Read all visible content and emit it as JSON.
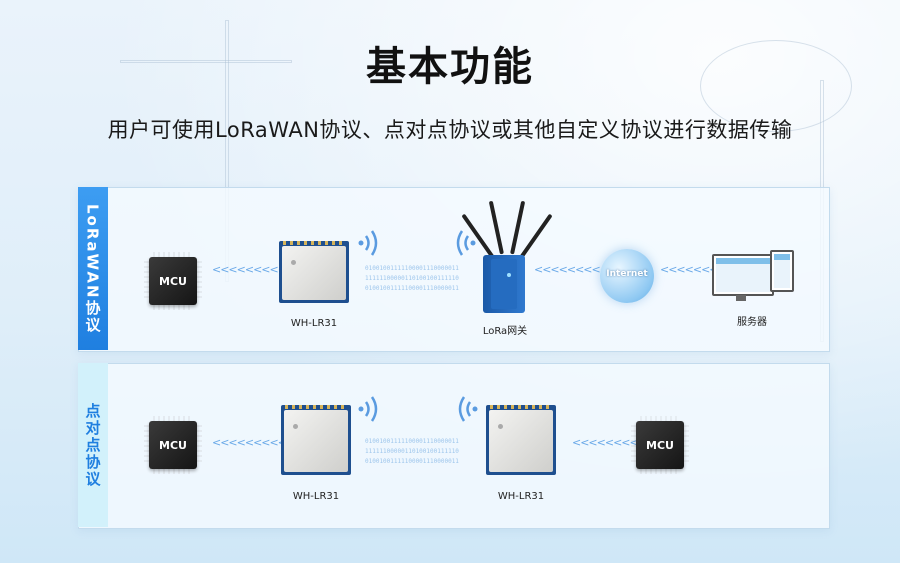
{
  "title": "基本功能",
  "subtitle": "用户可使用LoRaWAN协议、点对点协议或其他自定义协议进行数据传输",
  "sections": {
    "lorawan": {
      "label": "LoRaWAN协议",
      "mcu_label": "MCU",
      "module_label": "WH-LR31",
      "gateway_label": "LoRa网关",
      "internet_label": "Internet",
      "server_label": "服务器",
      "arrows": "<<<<<<<<<<",
      "binary": "01001001111100001110000011\n11111100000110100100111110\n01001001111100001110000011"
    },
    "p2p": {
      "label": "点对点协议",
      "mcu_left_label": "MCU",
      "module_left_label": "WH-LR31",
      "module_right_label": "WH-LR31",
      "mcu_right_label": "MCU",
      "arrows": "<<<<<<<<<<",
      "binary": "01001001111100001110000011\n11111100000110100100111110\n01001001111100001110000011"
    }
  },
  "colors": {
    "accent": "#1f7fe0",
    "module_board": "#1e4f8f",
    "arrow": "#6aa9e8"
  }
}
